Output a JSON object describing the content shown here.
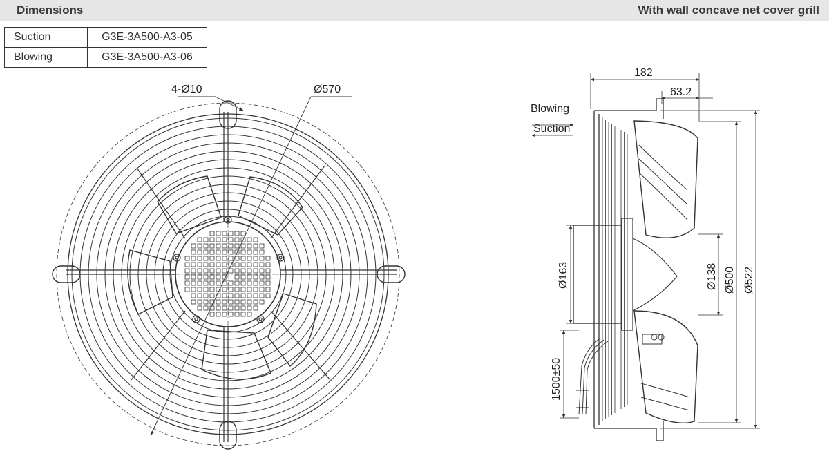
{
  "header": {
    "title": "Dimensions",
    "variant": "With wall concave net cover grill"
  },
  "models": [
    {
      "type": "Suction",
      "code": "G3E-3A500-A3-05"
    },
    {
      "type": "Blowing",
      "code": "G3E-3A500-A3-06"
    }
  ],
  "front_view": {
    "hole_label": "4-Ø10",
    "outer_diameter_label": "Ø570"
  },
  "side_view": {
    "depth_total": "182",
    "depth_motor": "63.2",
    "dir_blowing": "Blowing",
    "dir_suction": "Suction",
    "dia_motor": "Ø163",
    "dia_hub": "Ø138",
    "dia_impeller": "Ø500",
    "dia_grill": "Ø522",
    "cable_length": "1500±50"
  },
  "colors": {
    "line": "#333333",
    "header_bg": "#e6e6e6"
  }
}
